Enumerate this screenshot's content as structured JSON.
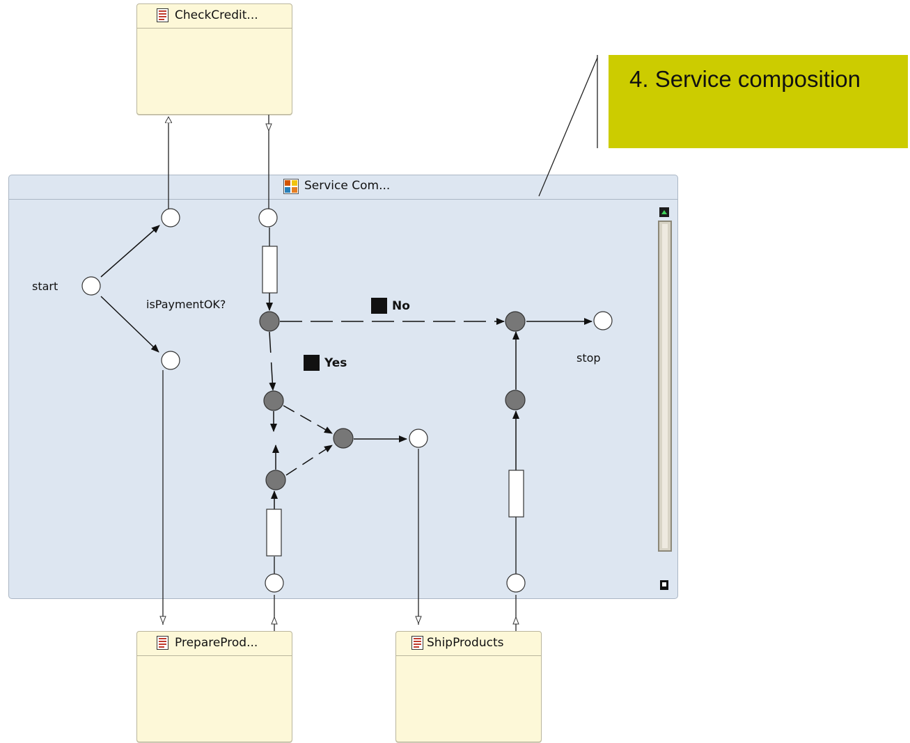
{
  "services": {
    "check_credit": "CheckCredit...",
    "prepare_products": "PrepareProd...",
    "ship_products": "ShipProducts"
  },
  "composite": {
    "title": "Service Com..."
  },
  "labels": {
    "start": "start",
    "stop": "stop",
    "is_payment_ok": "isPaymentOK?",
    "no": "No",
    "yes": "Yes"
  },
  "note": {
    "text": "4. Service composition"
  },
  "colors": {
    "service_fill": "#fdf8d8",
    "composite_fill": "#dde6f1",
    "note_fill": "#cccc00",
    "place_fill": "#ffffff",
    "transition_fill": "#777777"
  }
}
